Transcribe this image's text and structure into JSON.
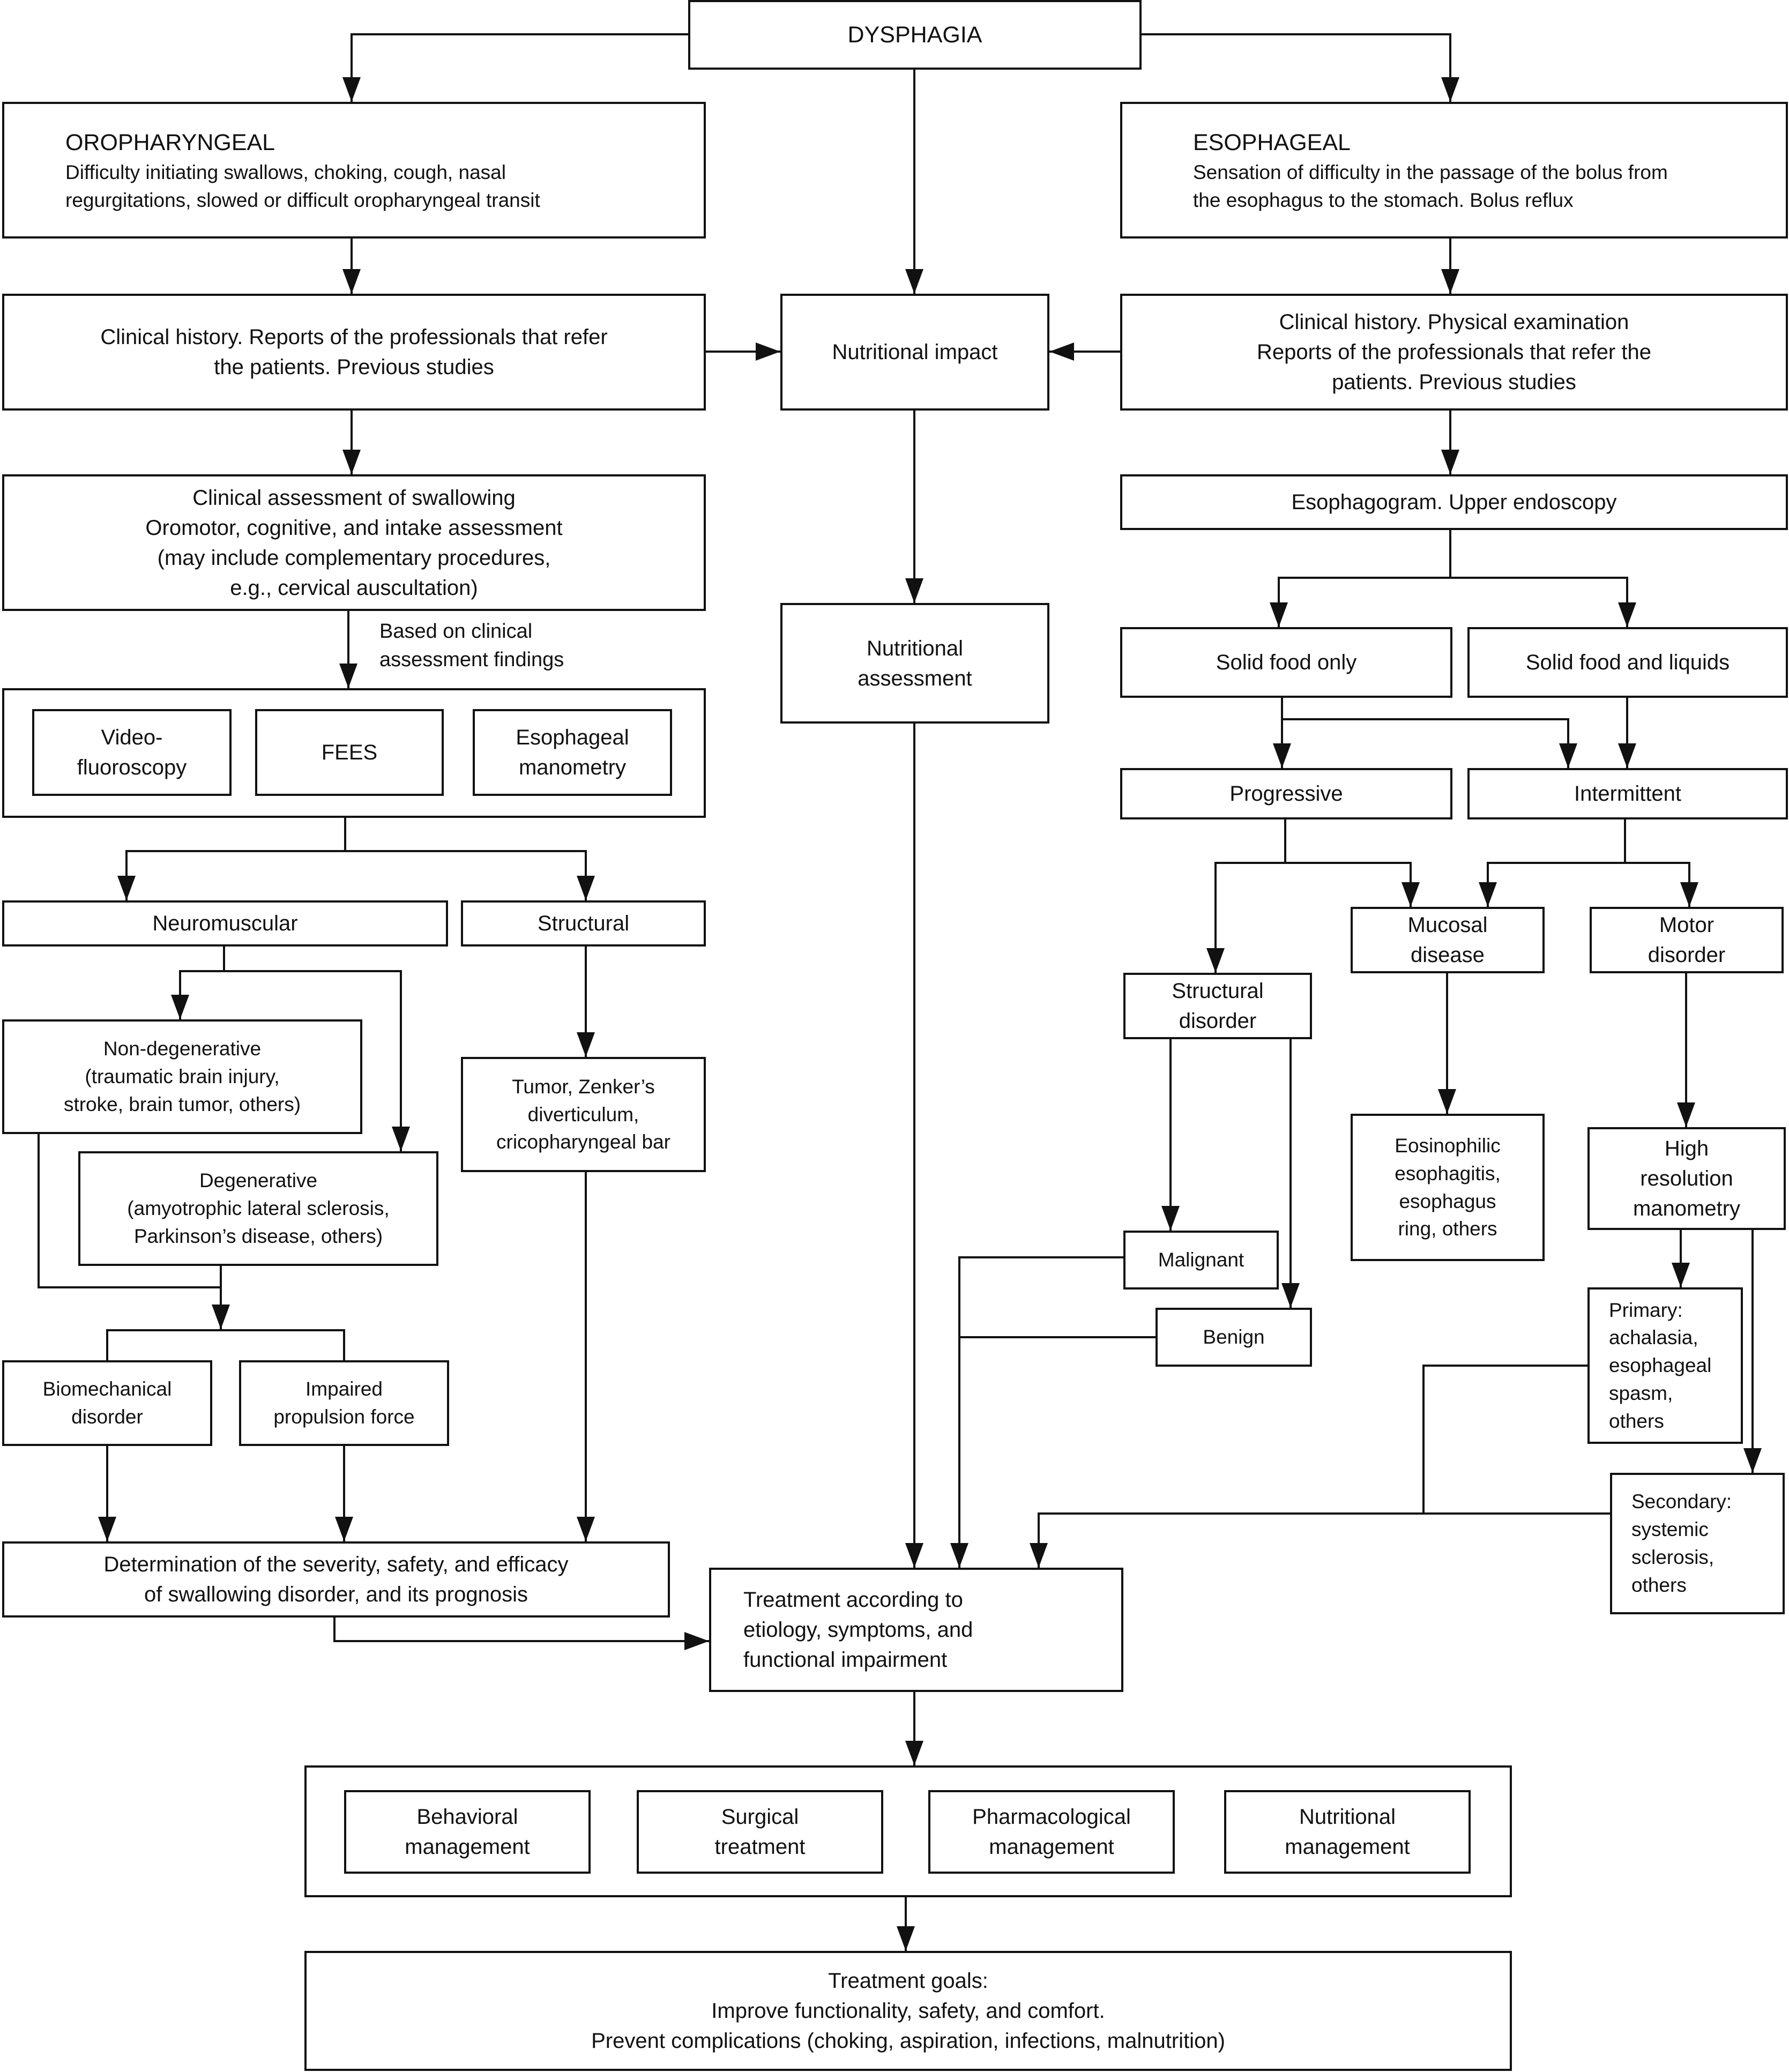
{
  "dysphagia": "DYSPHAGIA",
  "oropharyngeal": {
    "title": "OROPHARYNGEAL",
    "desc": "Difficulty initiating swallows, choking, cough, nasal\nregurgitations, slowed or difficult oropharyngeal transit",
    "history": "Clinical history. Reports of the professionals that refer\nthe patients. Previous studies",
    "clinical_assessment": "Clinical assessment of swallowing\nOromotor, cognitive, and intake assessment\n(may include complementary procedures,\ne.g., cervical auscultation)",
    "based_on": "Based on clinical\nassessment findings",
    "tests": [
      "Video-\nfluoroscopy",
      "FEES",
      "Esophageal\nmanometry"
    ],
    "neuromuscular": "Neuromuscular",
    "structural": "Structural",
    "non_degenerative": "Non-degenerative\n(traumatic brain injury,\nstroke, brain tumor, others)",
    "degenerative": "Degenerative\n(amyotrophic lateral sclerosis,\nParkinson’s disease, others)",
    "structural_causes": "Tumor, Zenker’s\ndiverticulum,\ncricopharyngeal bar",
    "biomechanical": "Biomechanical\ndisorder",
    "impaired": "Impaired\npropulsion force",
    "determination": "Determination of the severity, safety, and efficacy\nof swallowing disorder, and its prognosis"
  },
  "center": {
    "nutritional_impact": "Nutritional impact",
    "nutritional_assessment": "Nutritional\nassessment",
    "treatment": "Treatment according to\netiology, symptoms, and\nfunctional impairment"
  },
  "esophageal": {
    "title": "ESOPHAGEAL",
    "desc": "Sensation of difficulty in the passage of the bolus from\nthe esophagus to the stomach. Bolus reflux",
    "history": "Clinical history. Physical examination\nReports of the professionals that refer the\npatients. Previous studies",
    "esophagogram": "Esophagogram. Upper endoscopy",
    "solid_only": "Solid food only",
    "solid_liquids": "Solid food and liquids",
    "progressive": "Progressive",
    "intermittent": "Intermittent",
    "structural_disorder": "Structural\ndisorder",
    "mucosal": "Mucosal\ndisease",
    "motor": "Motor\ndisorder",
    "eosinophilic": "Eosinophilic\nesophagitis,\nesophagus\nring, others",
    "hrm": "High\nresolution\nmanometry",
    "malignant": "Malignant",
    "benign": "Benign",
    "primary": "Primary:\nachalasia,\nesophageal\nspasm,\nothers",
    "secondary": "Secondary:\nsystemic\nsclerosis,\nothers"
  },
  "treatments": [
    "Behavioral\nmanagement",
    "Surgical\ntreatment",
    "Pharmacological\nmanagement",
    "Nutritional\nmanagement"
  ],
  "goals": "Treatment goals:\nImprove functionality, safety, and comfort.\nPrevent complications (choking, aspiration, infections, malnutrition)"
}
